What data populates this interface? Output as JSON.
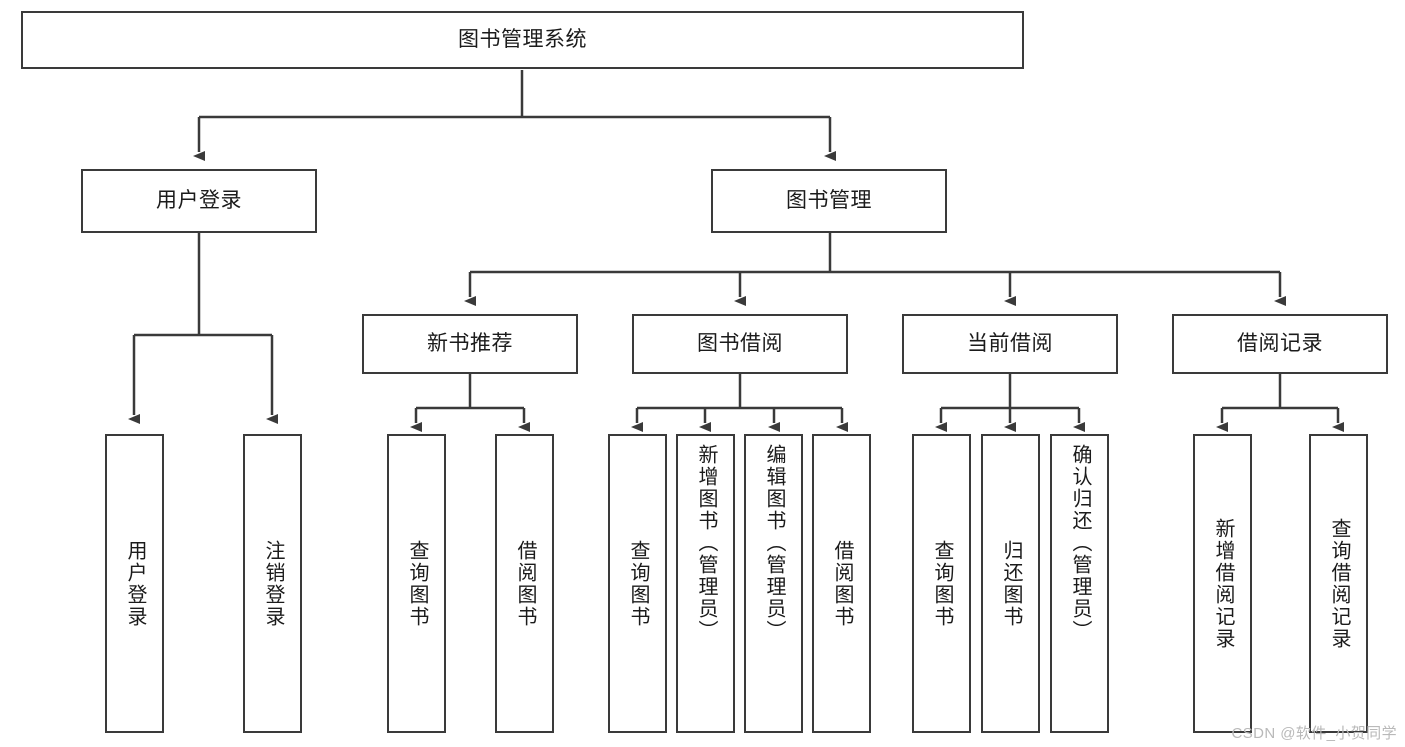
{
  "diagram": {
    "title_node": {
      "id": "root",
      "label": "图书管理系统"
    },
    "type": "tree",
    "colors": {
      "border": "#3a3a3a",
      "background": "#ffffff",
      "text": "#1b1b1b",
      "watermark": "#b9b9b9"
    },
    "level2": [
      {
        "id": "user-login",
        "label": "用户登录"
      },
      {
        "id": "book-manage",
        "label": "图书管理"
      }
    ],
    "level3": [
      {
        "id": "new-book-recommend",
        "label": "新书推荐"
      },
      {
        "id": "book-borrow",
        "label": "图书借阅"
      },
      {
        "id": "current-borrow",
        "label": "当前借阅"
      },
      {
        "id": "borrow-record",
        "label": "借阅记录"
      }
    ],
    "leaves": {
      "user_login": [
        {
          "id": "leaf-user-login",
          "label": "用户登录"
        },
        {
          "id": "leaf-logout-login",
          "label": "注销登录"
        }
      ],
      "new_book_recommend": [
        {
          "id": "leaf-query-book-1",
          "label": "查询图书"
        },
        {
          "id": "leaf-borrow-book-1",
          "label": "借阅图书"
        }
      ],
      "book_borrow": [
        {
          "id": "leaf-query-book-2",
          "label": "查询图书"
        },
        {
          "id": "leaf-add-book",
          "label": "新增图书（管理员）"
        },
        {
          "id": "leaf-edit-book",
          "label": "编辑图书（管理员）"
        },
        {
          "id": "leaf-borrow-book-2",
          "label": "借阅图书"
        }
      ],
      "current_borrow": [
        {
          "id": "leaf-query-book-3",
          "label": "查询图书"
        },
        {
          "id": "leaf-return-book",
          "label": "归还图书"
        },
        {
          "id": "leaf-confirm-return",
          "label": "确认归还（管理员）"
        }
      ],
      "borrow_record": [
        {
          "id": "leaf-add-record",
          "label": "新增借阅记录"
        },
        {
          "id": "leaf-query-record",
          "label": "查询借阅记录"
        }
      ]
    }
  },
  "watermark": {
    "text": "CSDN @软件_小贺同学"
  }
}
